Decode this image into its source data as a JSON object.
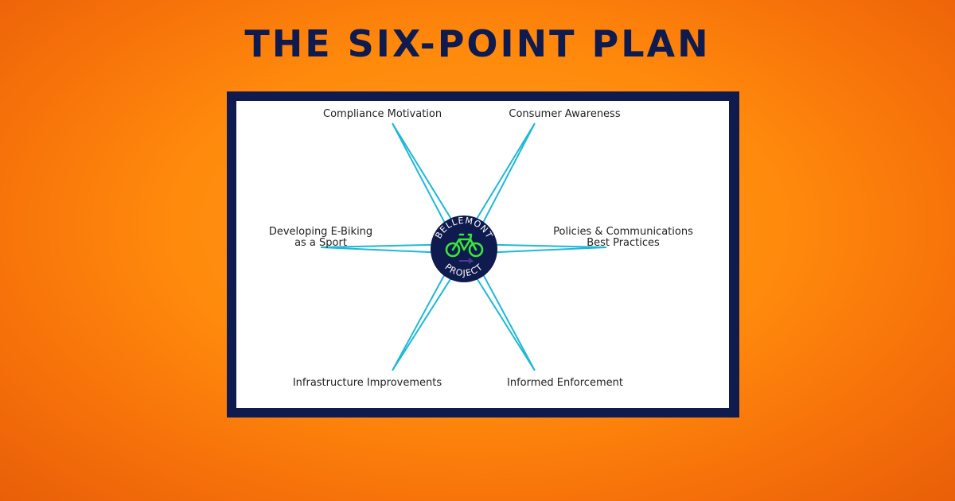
{
  "title": "THE SIX-POINT PLAN",
  "hub": {
    "top_text": "BELLEMONT",
    "bottom_text": "PROJECT",
    "logo_icon": "bicycle-icon",
    "colors": {
      "circle": "#0f1a4e",
      "bike": "#39e639",
      "spokes": "#1fb8d6"
    }
  },
  "points": [
    {
      "id": "compliance-motivation",
      "lines": [
        "Compliance Motivation"
      ]
    },
    {
      "id": "consumer-awareness",
      "lines": [
        "Consumer Awareness"
      ]
    },
    {
      "id": "developing-e-biking",
      "lines": [
        "Developing E-Biking",
        "as a Sport"
      ]
    },
    {
      "id": "policies-communications",
      "lines": [
        "Policies & Communications",
        "Best Practices"
      ]
    },
    {
      "id": "infrastructure-improvements",
      "lines": [
        "Infrastructure Improvements"
      ]
    },
    {
      "id": "informed-enforcement",
      "lines": [
        "Informed Enforcement"
      ]
    }
  ]
}
